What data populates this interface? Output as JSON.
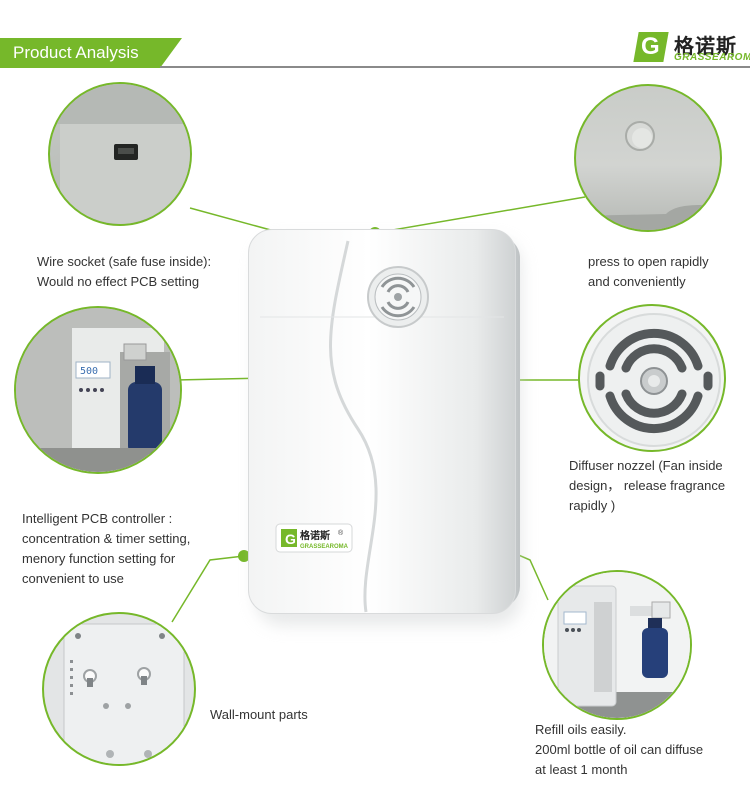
{
  "header": {
    "title": "Product Analysis"
  },
  "brand": {
    "logo_letter": "G",
    "name_cn": "格诺斯",
    "name_en": "GRASSEAROMA"
  },
  "device_badge": {
    "logo_letter": "G",
    "name_cn": "格诺斯",
    "registered": "®",
    "name_en": "GRASSEAROMA"
  },
  "panel_display": "500",
  "colors": {
    "accent": "#76b82a",
    "header_line": "#8a8a8a",
    "text": "#333333"
  },
  "callouts": {
    "wire_socket": [
      "Wire socket (safe fuse inside):",
      "Would no effect PCB setting"
    ],
    "press_button": [
      "press to open rapidly",
      "and conveniently"
    ],
    "pcb_controller": [
      "Intelligent PCB controller :",
      "concentration & timer setting,",
      "menory function setting for",
      "convenient to use"
    ],
    "diffuser_nozzle": [
      "Diffuser nozzel (Fan inside",
      "design，  release fragrance",
      "rapidly )"
    ],
    "wall_mount": [
      "Wall-mount parts"
    ],
    "refill": [
      "Refill oils easily.",
      "200ml bottle of oil can diffuse",
      "at least 1 month"
    ]
  }
}
